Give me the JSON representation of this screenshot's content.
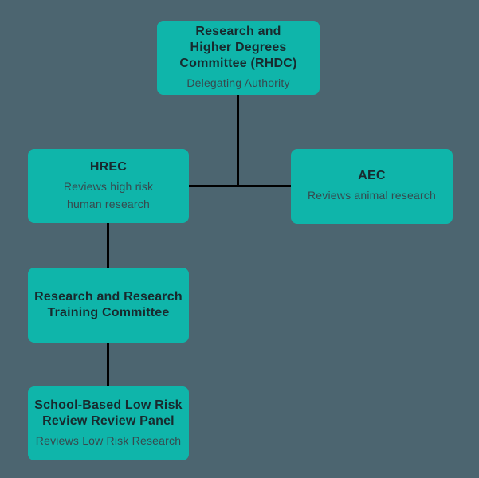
{
  "diagram": {
    "type": "organizational-chart",
    "background_color": "#4c6570",
    "node_color": "#0fb5aa",
    "connector_color": "#000000",
    "title_text_color": "#182a2e",
    "subtitle_text_color": "#37494e"
  },
  "nodes": {
    "rhdc": {
      "title": "Research and\nHigher Degrees\nCommittee (RHDC)",
      "subtitle": "Delegating Authority"
    },
    "hrec": {
      "title": "HREC",
      "subtitle": "Reviews high risk\nhuman research"
    },
    "aec": {
      "title": "AEC",
      "subtitle": "Reviews animal research"
    },
    "rrtc": {
      "title": "Research and Research\nTraining Committee",
      "subtitle": ""
    },
    "school": {
      "title": "School-Based Low Risk\nReview Review Panel",
      "subtitle": "Reviews Low Risk Research"
    }
  },
  "connectors": [
    {
      "id": "conn-rhdc-down",
      "from": "rhdc",
      "to": "hrec-aec-junction",
      "orientation": "vertical"
    },
    {
      "id": "conn-hrec-aec",
      "from": "hrec",
      "to": "aec",
      "orientation": "horizontal"
    },
    {
      "id": "conn-hrec-rrtc",
      "from": "hrec",
      "to": "rrtc",
      "orientation": "vertical"
    },
    {
      "id": "conn-rrtc-school",
      "from": "rrtc",
      "to": "school",
      "orientation": "vertical"
    }
  ]
}
